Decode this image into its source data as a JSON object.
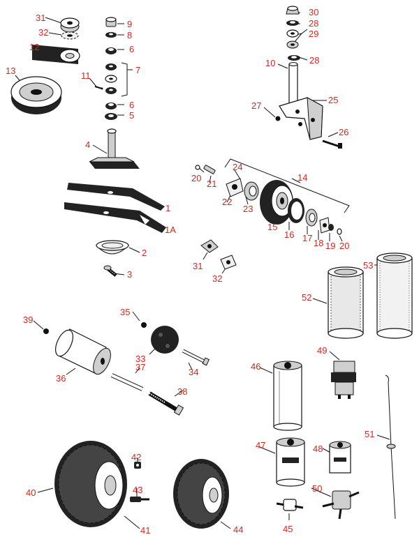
{
  "parts": [
    {
      "id": "p31a",
      "label": "31"
    },
    {
      "id": "p32a",
      "label": "32"
    },
    {
      "id": "p12",
      "label": "12"
    },
    {
      "id": "p13",
      "label": "13"
    },
    {
      "id": "p11",
      "label": "11"
    },
    {
      "id": "p9",
      "label": "9"
    },
    {
      "id": "p8",
      "label": "8"
    },
    {
      "id": "p6a",
      "label": "6"
    },
    {
      "id": "p7",
      "label": "7"
    },
    {
      "id": "p6b",
      "label": "6"
    },
    {
      "id": "p5",
      "label": "5"
    },
    {
      "id": "p4",
      "label": "4"
    },
    {
      "id": "p1",
      "label": "1"
    },
    {
      "id": "p1A",
      "label": "1A"
    },
    {
      "id": "p2",
      "label": "2"
    },
    {
      "id": "p3",
      "label": "3"
    },
    {
      "id": "p30",
      "label": "30"
    },
    {
      "id": "p28a",
      "label": "28"
    },
    {
      "id": "p29",
      "label": "29"
    },
    {
      "id": "p28b",
      "label": "28"
    },
    {
      "id": "p10",
      "label": "10"
    },
    {
      "id": "p25",
      "label": "25"
    },
    {
      "id": "p27",
      "label": "27"
    },
    {
      "id": "p26",
      "label": "26"
    },
    {
      "id": "p24",
      "label": "24"
    },
    {
      "id": "p14",
      "label": "14"
    },
    {
      "id": "p20a",
      "label": "20"
    },
    {
      "id": "p21",
      "label": "21"
    },
    {
      "id": "p22",
      "label": "22"
    },
    {
      "id": "p23",
      "label": "23"
    },
    {
      "id": "p15",
      "label": "15"
    },
    {
      "id": "p16",
      "label": "16"
    },
    {
      "id": "p17",
      "label": "17"
    },
    {
      "id": "p18",
      "label": "18"
    },
    {
      "id": "p19",
      "label": "19"
    },
    {
      "id": "p20b",
      "label": "20"
    },
    {
      "id": "p31b",
      "label": "31"
    },
    {
      "id": "p32b",
      "label": "32"
    },
    {
      "id": "p53",
      "label": "53"
    },
    {
      "id": "p52",
      "label": "52"
    },
    {
      "id": "p39",
      "label": "39"
    },
    {
      "id": "p35",
      "label": "35"
    },
    {
      "id": "p33",
      "label": "33"
    },
    {
      "id": "p37",
      "label": "37"
    },
    {
      "id": "p34",
      "label": "34"
    },
    {
      "id": "p36",
      "label": "36"
    },
    {
      "id": "p38",
      "label": "38"
    },
    {
      "id": "p49",
      "label": "49"
    },
    {
      "id": "p46",
      "label": "46"
    },
    {
      "id": "p51",
      "label": "51"
    },
    {
      "id": "p47",
      "label": "47"
    },
    {
      "id": "p48",
      "label": "48"
    },
    {
      "id": "p42",
      "label": "42"
    },
    {
      "id": "p43",
      "label": "43"
    },
    {
      "id": "p40",
      "label": "40"
    },
    {
      "id": "p41",
      "label": "41"
    },
    {
      "id": "p44",
      "label": "44"
    },
    {
      "id": "p50",
      "label": "50"
    },
    {
      "id": "p45",
      "label": "45"
    }
  ],
  "colors": {
    "label": "#d7261e",
    "line": "#111111"
  }
}
